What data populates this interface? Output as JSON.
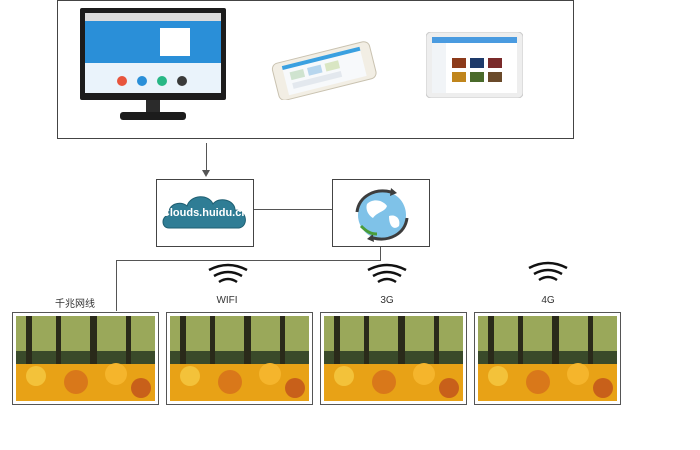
{
  "cloud": {
    "text": "Clouds.huidu.cn"
  },
  "connections": [
    {
      "label": "千兆网线",
      "icon": "none"
    },
    {
      "label": "WIFI",
      "icon": "wifi-icon"
    },
    {
      "label": "3G",
      "icon": "wifi-icon"
    },
    {
      "label": "4G",
      "icon": "wifi-icon"
    }
  ],
  "devices": [
    "monitor",
    "smartphone",
    "tablet"
  ],
  "colors": {
    "cloud": "#2f7d95",
    "screen_blue": "#2a8fd8",
    "leaves": "#e8a216"
  }
}
